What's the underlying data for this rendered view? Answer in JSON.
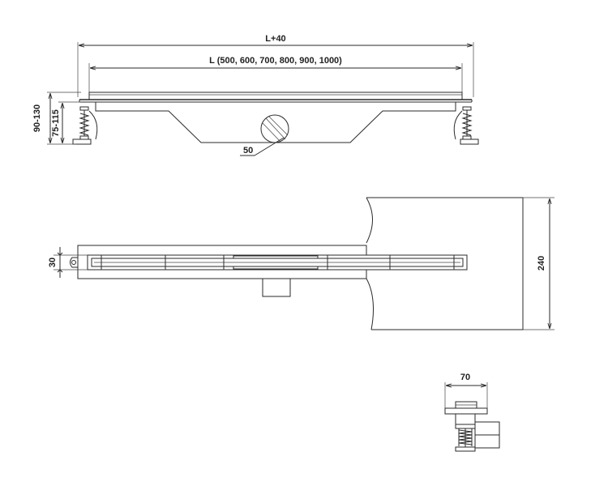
{
  "dimensions": {
    "overall_length": "L+40",
    "length_options": "L (500, 600, 700, 800, 900, 1000)",
    "adjust_height_outer": "90-130",
    "adjust_height_inner": "75-115",
    "outlet_diameter": "50",
    "drain_width": "30",
    "plan_depth": "240",
    "section_width": "70"
  },
  "colors": {
    "line": "#2a2a2a",
    "background": "#ffffff"
  }
}
